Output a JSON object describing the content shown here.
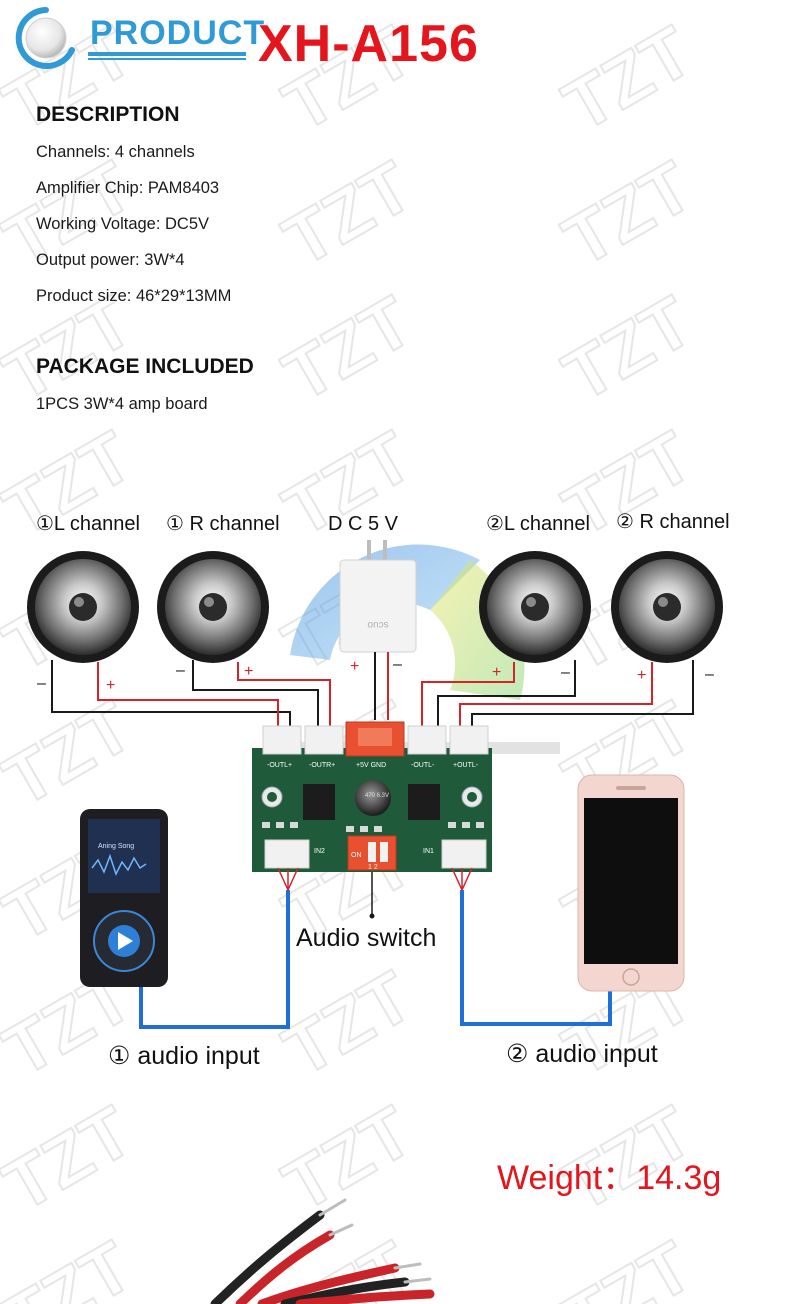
{
  "header": {
    "product_word": "PRODUCT",
    "model": "XH-A156"
  },
  "description": {
    "title": "DESCRIPTION",
    "lines": [
      "Channels: 4 channels",
      "Amplifier Chip: PAM8403",
      "Working Voltage: DC5V",
      "Output power: 3W*4",
      "Product size: 46*29*13MM"
    ]
  },
  "package": {
    "title": "PACKAGE INCLUDED",
    "lines": [
      "1PCS 3W*4 amp board"
    ]
  },
  "diagram": {
    "labels": {
      "ch1_left": "①L channel",
      "ch1_right": "① R channel",
      "dc5v": "D C 5 V",
      "ch2_left": "②L channel",
      "ch2_right": "② R channel",
      "audio_switch": "Audio switch",
      "input1": "①  audio input",
      "input2": "②  audio input"
    },
    "polarity": {
      "plus": "+",
      "minus": "–"
    },
    "board_ports": [
      "-OUTL+",
      "-OUTR+",
      "+5V GND",
      "-OUTL-",
      "+OUTL-"
    ],
    "board_texts": {
      "ni2": "IN2",
      "ni1": "IN1",
      "switch_on": "ON",
      "switch_12": "1 2",
      "cap": "470 6.3V"
    },
    "charger_text": "scuo",
    "player_text": "Aning Song",
    "watermark": "TZT"
  },
  "weight": {
    "text": "Weight：14.3g"
  },
  "colors": {
    "accent_blue": "#2f9ad6",
    "model_red": "#e4151c",
    "wire_red": "#d6232a",
    "wire_blue": "#1f6fd6",
    "pcb_green": "#1f5a3a"
  }
}
